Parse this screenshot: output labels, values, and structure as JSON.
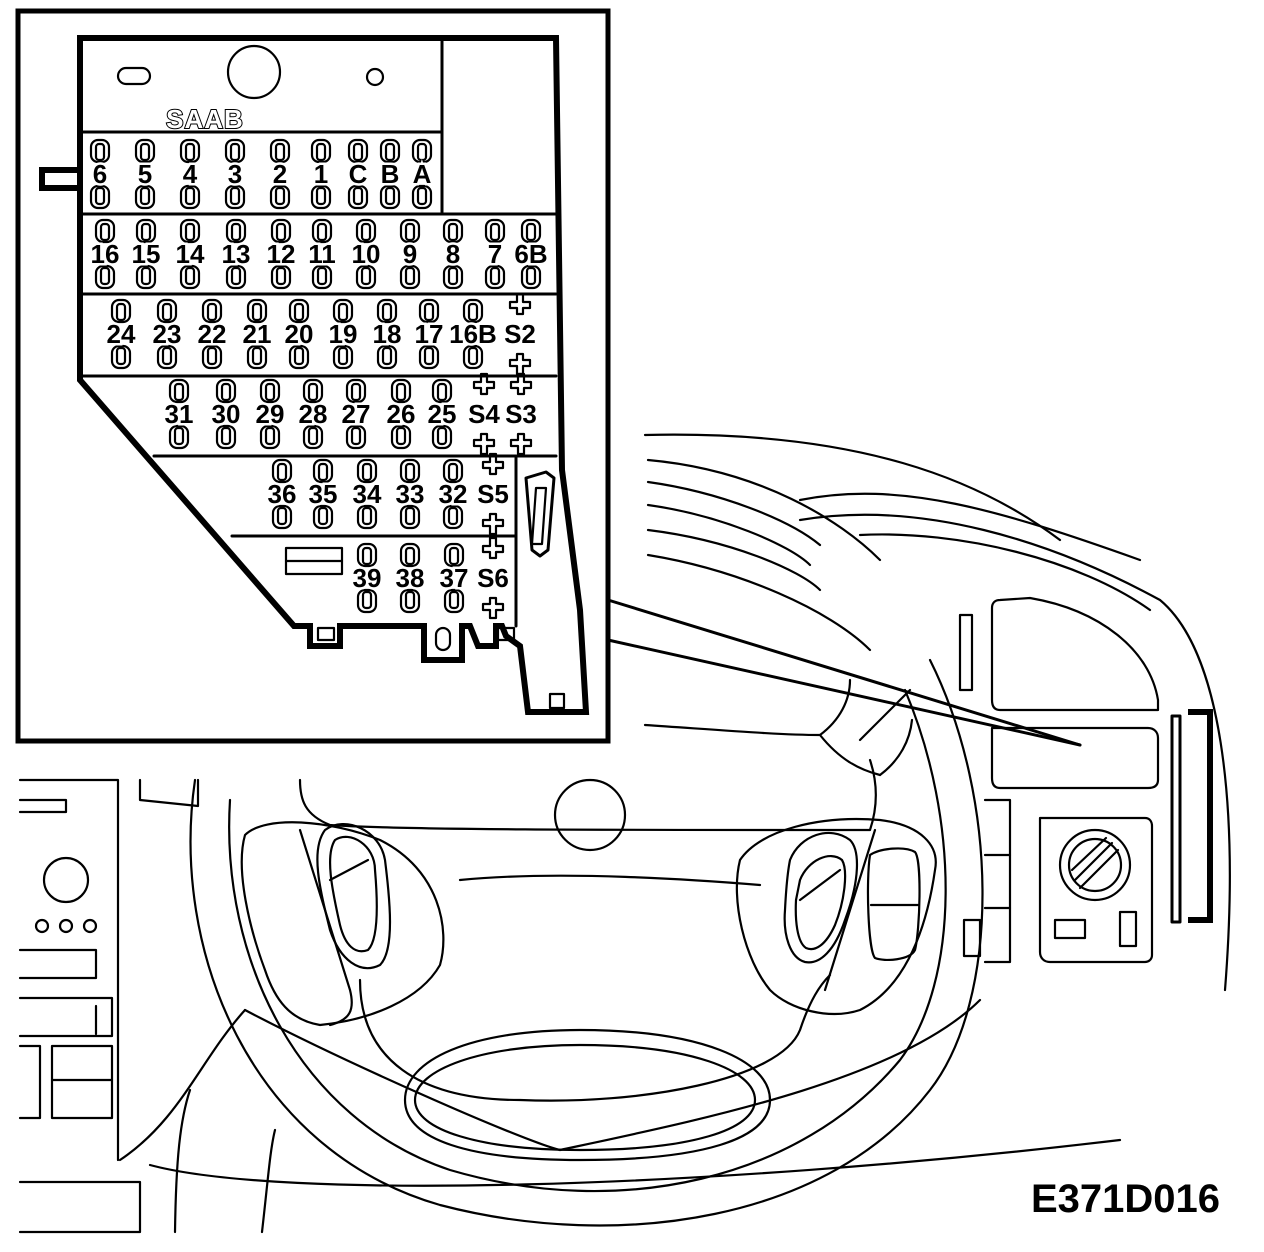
{
  "figure_code": "E371D016",
  "brand_logo": "SAAB",
  "fuse_rows": [
    {
      "labels": [
        "6",
        "5",
        "4",
        "3",
        "2",
        "1",
        "C",
        "B",
        "A"
      ]
    },
    {
      "labels": [
        "16",
        "15",
        "14",
        "13",
        "12",
        "11",
        "10",
        "9",
        "8",
        "7",
        "6B"
      ]
    },
    {
      "labels": [
        "24",
        "23",
        "22",
        "21",
        "20",
        "19",
        "18",
        "17",
        "16B",
        "S2"
      ]
    },
    {
      "labels": [
        "31",
        "30",
        "29",
        "28",
        "27",
        "26",
        "25",
        "S4",
        "S3"
      ]
    },
    {
      "labels": [
        "36",
        "35",
        "34",
        "33",
        "32",
        "S5"
      ]
    },
    {
      "labels": [
        "39",
        "38",
        "37",
        "S6"
      ]
    }
  ]
}
